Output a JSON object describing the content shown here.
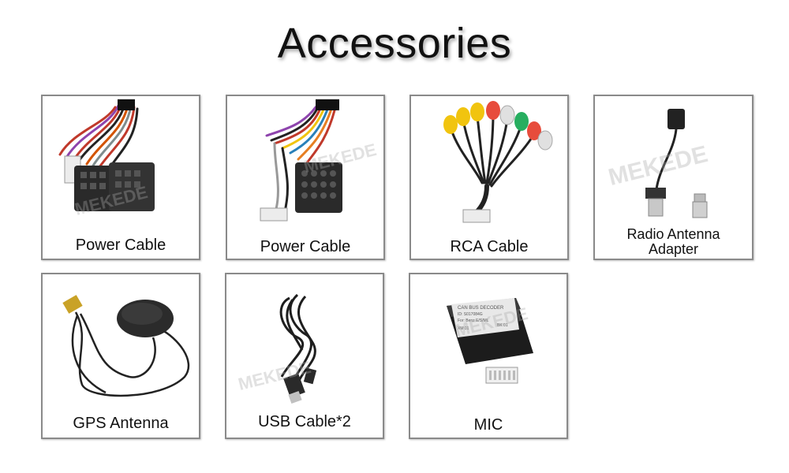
{
  "page": {
    "title": "Accessories"
  },
  "watermark": "MEKEDE",
  "items": [
    {
      "label": "Power Cable"
    },
    {
      "label": "Power Cable"
    },
    {
      "label": "RCA Cable"
    },
    {
      "label_line1": "Radio Antenna",
      "label_line2": "Adapter"
    },
    {
      "label": "GPS Antenna"
    },
    {
      "label": "USB Cable*2"
    },
    {
      "label": "MIC"
    }
  ],
  "decoder_text": {
    "line1": "CAN BUS DECODER",
    "line2": "ID: S017084G",
    "line3": "For: Benz E/S/ML",
    "line4": "XM 01",
    "line5": "BK 01"
  }
}
